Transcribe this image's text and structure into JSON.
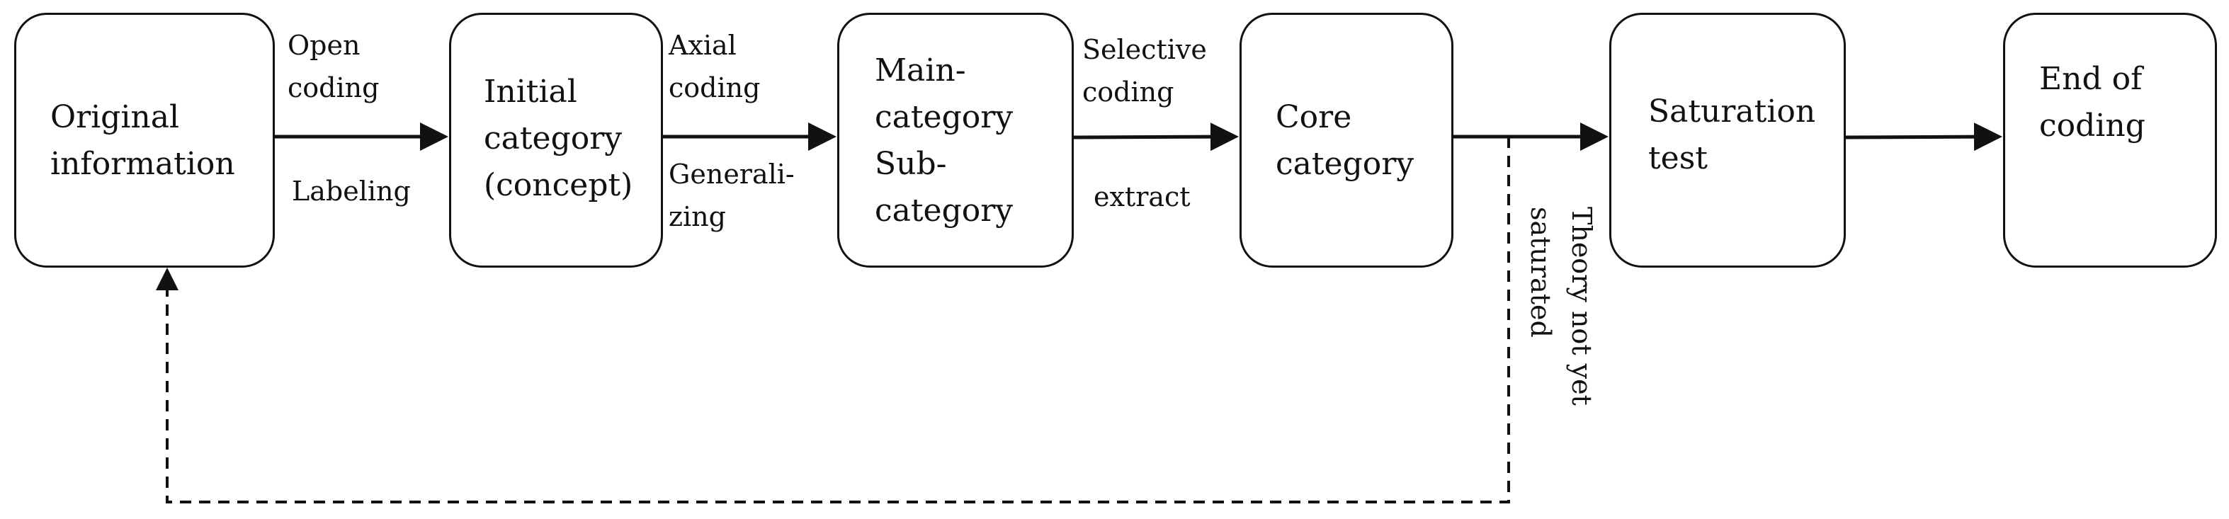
{
  "steps": [
    {
      "id": "original-information",
      "text": "Original\ninformation"
    },
    {
      "id": "initial-category",
      "text": "Initial\ncategory\n(concept)"
    },
    {
      "id": "main-category",
      "text": "Main-\ncategory\nSub-\ncategory"
    },
    {
      "id": "core-category",
      "text": "Core\ncategory"
    },
    {
      "id": "saturation-test",
      "text": "Saturation\ntest"
    },
    {
      "id": "end-of-coding",
      "text": "End of\ncoding"
    }
  ],
  "edge_labels": {
    "open_coding": "Open\ncoding",
    "labeling": "Labeling",
    "axial_coding": "Axial\ncoding",
    "generalizing": "Generali-\nzing",
    "selective_coding": "Selective\ncoding",
    "extract": "extract",
    "feedback": "Theory not yet\nsaturated"
  },
  "colors": {
    "line": "#111111",
    "box_fill": "#ffffff"
  }
}
